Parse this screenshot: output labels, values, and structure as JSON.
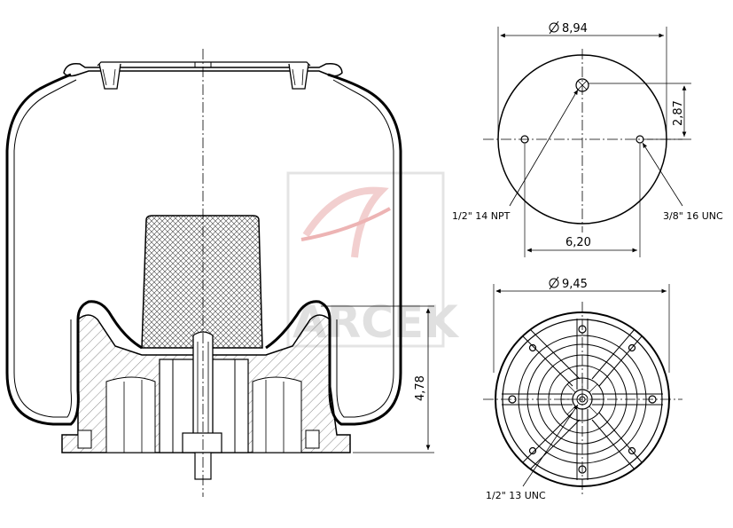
{
  "dimensions": {
    "top_diameter": "8,94",
    "top_hole_offset": "2,87",
    "stud_spacing": "6,20",
    "bottom_diameter": "9,45",
    "height": "4,78"
  },
  "callouts": {
    "air_fitting": "1/2\" 14 NPT",
    "stud": "3/8\" 16 UNC",
    "bottom_thread": "1/2\" 13 UNC"
  },
  "watermark": {
    "text": "ARCEK",
    "logo": "arcek-logo",
    "color": "#c8c8c8",
    "accent": "#e8a8a8"
  },
  "colors": {
    "line": "#000000",
    "hatch": "#555555",
    "background": "#ffffff"
  }
}
